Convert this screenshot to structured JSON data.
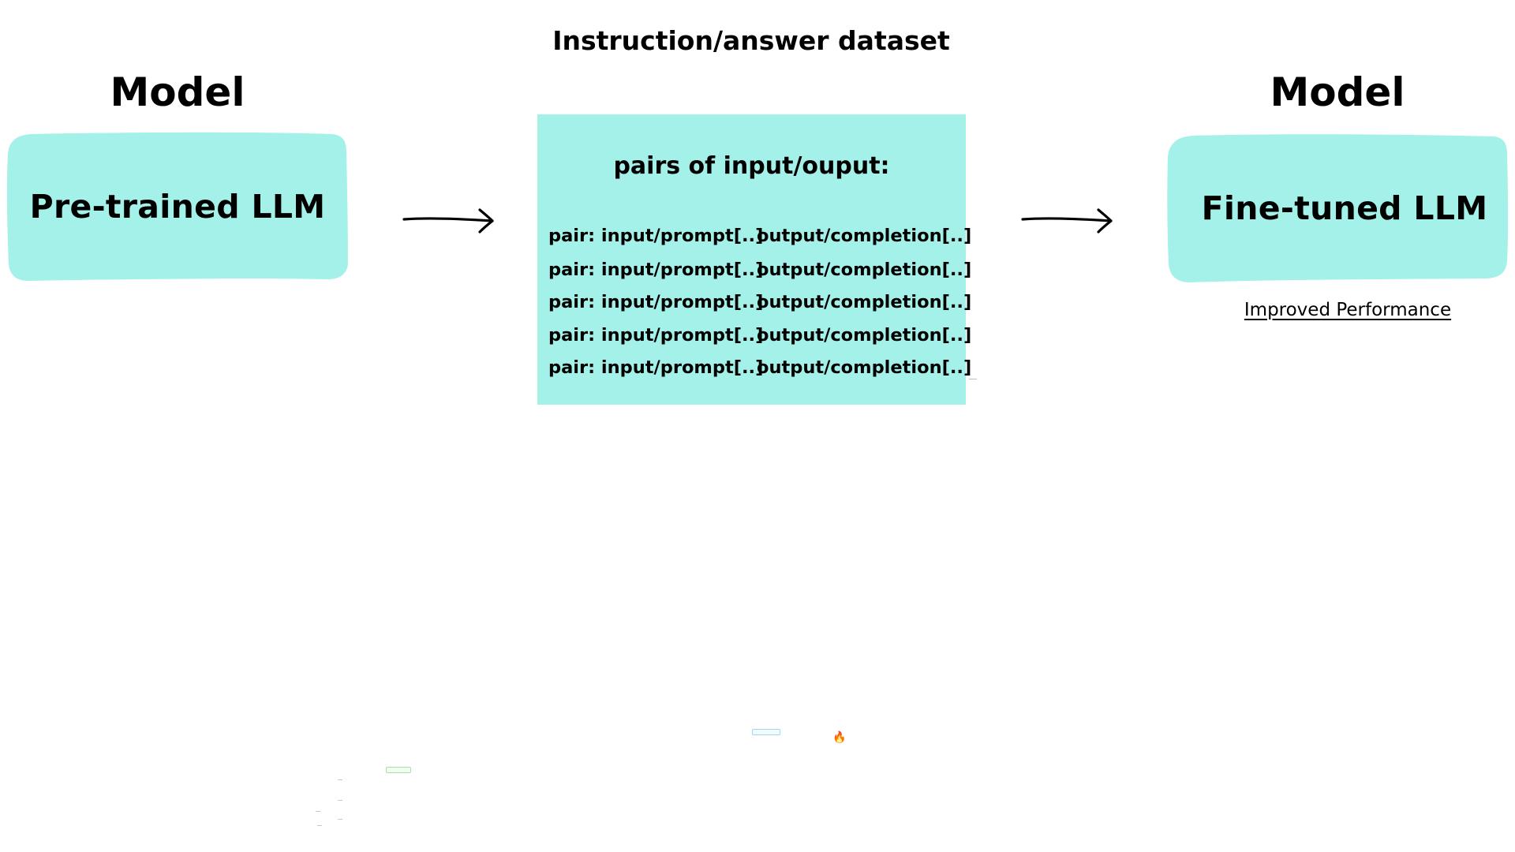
{
  "left_model": {
    "label": "Model",
    "box_text": "Pre-trained LLM"
  },
  "dataset": {
    "title": "Instruction/answer dataset",
    "heading": "pairs of  input/ouput:",
    "rows": [
      {
        "input": "pair: input/prompt[..]",
        "output": "output/completion[..]"
      },
      {
        "input": "pair: input/prompt[..]",
        "output": "output/completion[..]"
      },
      {
        "input": "pair: input/prompt[..]",
        "output": "output/completion[..]"
      },
      {
        "input": "pair: input/prompt[..]",
        "output": "output/completion[..]"
      },
      {
        "input": "pair: input/prompt[..]",
        "output": "output/completion[..]"
      }
    ]
  },
  "right_model": {
    "label": "Model",
    "box_text": "Fine-tuned LLM",
    "caption": "Improved Performance"
  },
  "colors": {
    "box_fill": "#a3f1e8",
    "arrow": "#000000",
    "text": "#000000",
    "background": "#ffffff"
  },
  "icons": [
    "arrow-right-icon",
    "arrow-right-icon",
    "flame-icon"
  ]
}
